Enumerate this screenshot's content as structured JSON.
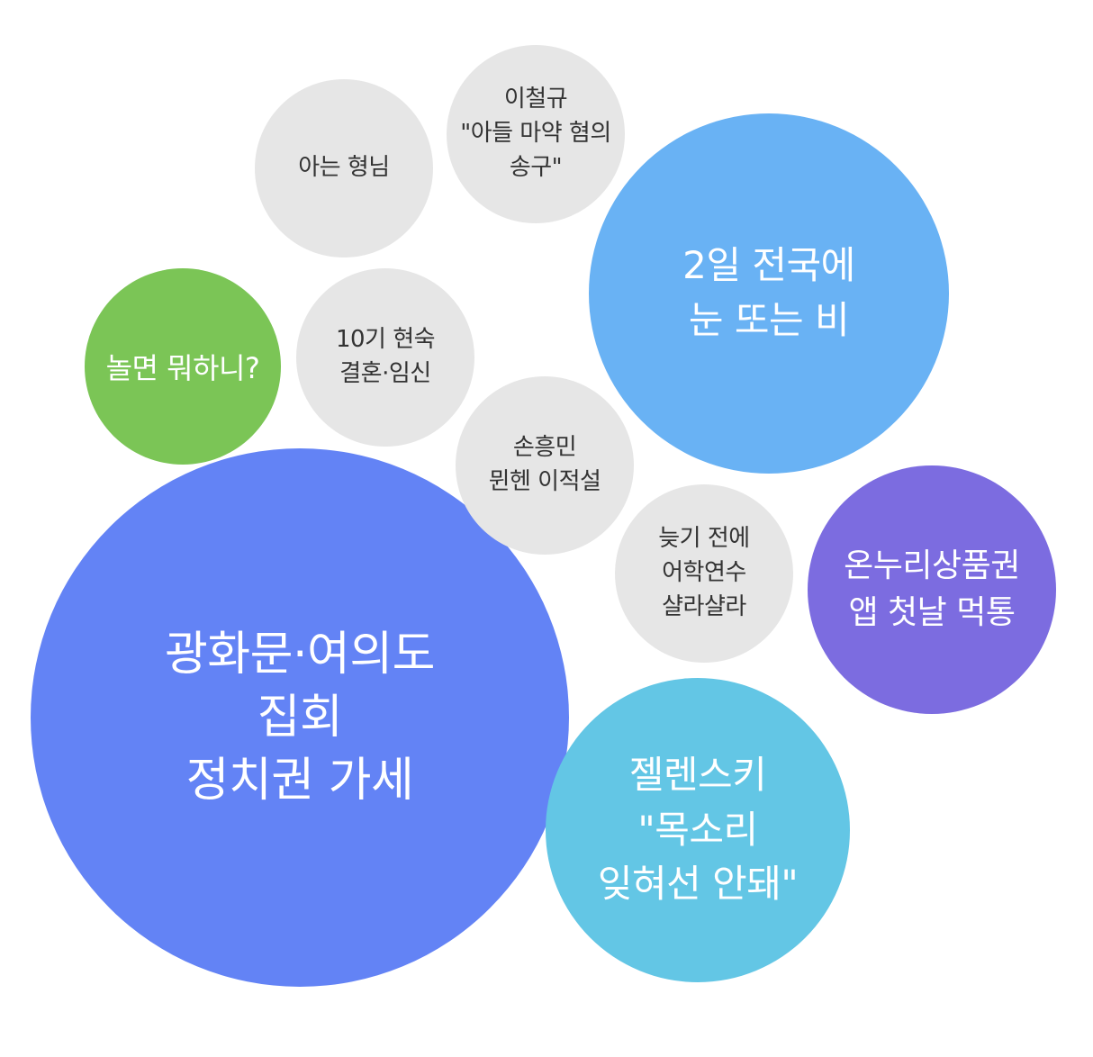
{
  "bubbles": {
    "main": {
      "label": "광화문·여의도\n집회\n정치권 가세",
      "color": "#6383f5"
    },
    "zel": {
      "label": "젤렌스키\n\"목소리\n잊혀선 안돼\"",
      "color": "#63c6e5"
    },
    "rain": {
      "label": "2일 전국에\n눈 또는 비",
      "color": "#69b2f4"
    },
    "onnuri": {
      "label": "온누리상품권\n앱 첫날 먹통",
      "color": "#7c6ce0"
    },
    "nolmyeon": {
      "label": "놀면 뭐하니?",
      "color": "#7bc556"
    },
    "aneun": {
      "label": "아는 형님",
      "color": "#e6e6e6"
    },
    "cheolgyu": {
      "label": "이철규\n\"아들 마약 혐의\n송구\"",
      "color": "#e6e6e6"
    },
    "tengi": {
      "label": "10기 현숙\n결혼·임신",
      "color": "#e6e6e6"
    },
    "son": {
      "label": "손흥민\n뮌헨 이적설",
      "color": "#e6e6e6"
    },
    "neut": {
      "label": "늦기 전에\n어학연수\n샬라샬라",
      "color": "#e6e6e6"
    }
  }
}
